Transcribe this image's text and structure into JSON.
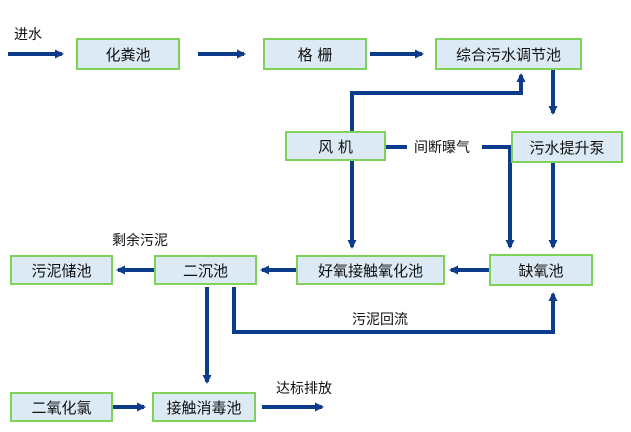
{
  "colors": {
    "node_fill": "#dbeaf4",
    "node_border": "#7fd15a",
    "arrow": "#0c3b8c",
    "text": "#111111"
  },
  "nodes": {
    "septic_tank": "化粪池",
    "grille": "格 栅",
    "equalization_tank": "综合污水调节池",
    "blower": "风 机",
    "lift_pump": "污水提升泵",
    "sludge_storage": "污泥储池",
    "secondary_clarifier": "二沉池",
    "aerobic_tank": "好氧接触氧化池",
    "anoxic_tank": "缺氧池",
    "chlorine_dioxide": "二氧化氯",
    "disinfection_tank": "接触消毒池"
  },
  "labels": {
    "water_inlet": "进水",
    "intermittent_aeration": "间断曝气",
    "excess_sludge": "剩余污泥",
    "sludge_return": "污泥回流",
    "discharge": "达标排放"
  }
}
